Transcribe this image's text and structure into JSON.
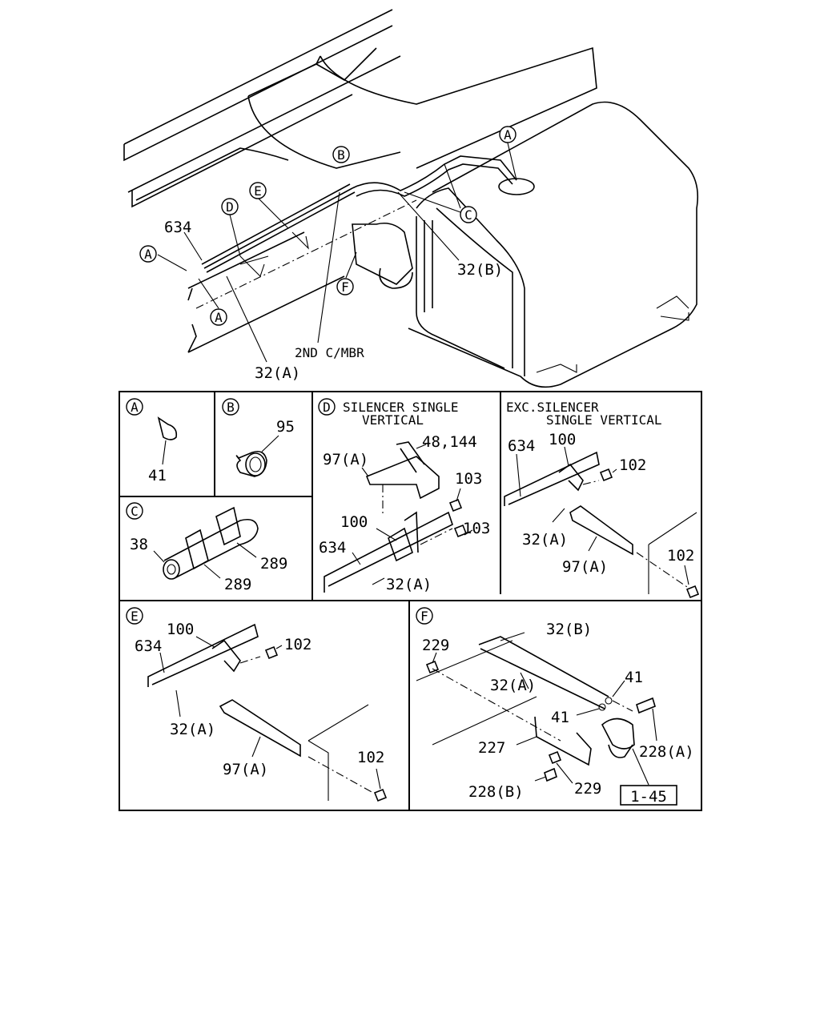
{
  "main_view": {
    "labels": {
      "p634": "634",
      "p32a": "32(A)",
      "p32b": "32(B)",
      "member": "2ND C/MBR"
    },
    "callouts": {
      "a1": "A",
      "a2": "A",
      "a3": "A",
      "b": "B",
      "c": "C",
      "d": "D",
      "e": "E",
      "f": "F"
    }
  },
  "detail_a": {
    "circle": "A",
    "p41": "41"
  },
  "detail_b": {
    "circle": "B",
    "p95": "95"
  },
  "detail_c": {
    "circle": "C",
    "p38": "38",
    "p289a": "289",
    "p289b": "289"
  },
  "detail_d_left": {
    "circle": "D",
    "title_line1": "SILENCER SINGLE",
    "title_line2": "VERTICAL",
    "p48_144": "48,144",
    "p97a": "97(A)",
    "p103a": "103",
    "p103b": "103",
    "p100": "100",
    "p634": "634",
    "p32a": "32(A)"
  },
  "detail_d_right": {
    "title_line1": "EXC.SILENCER",
    "title_line2": "SINGLE VERTICAL",
    "p634": "634",
    "p100": "100",
    "p102a": "102",
    "p32a": "32(A)",
    "p97a": "97(A)",
    "p102b": "102"
  },
  "detail_e": {
    "circle": "E",
    "p100": "100",
    "p634": "634",
    "p102a": "102",
    "p32a": "32(A)",
    "p97a": "97(A)",
    "p102b": "102"
  },
  "detail_f": {
    "circle": "F",
    "p32b": "32(B)",
    "p229a": "229",
    "p41a": "41",
    "p32a": "32(A)",
    "p41b": "41",
    "p227": "227",
    "p228a": "228(A)",
    "p228b": "228(B)",
    "p229b": "229",
    "ref": "1-45"
  }
}
